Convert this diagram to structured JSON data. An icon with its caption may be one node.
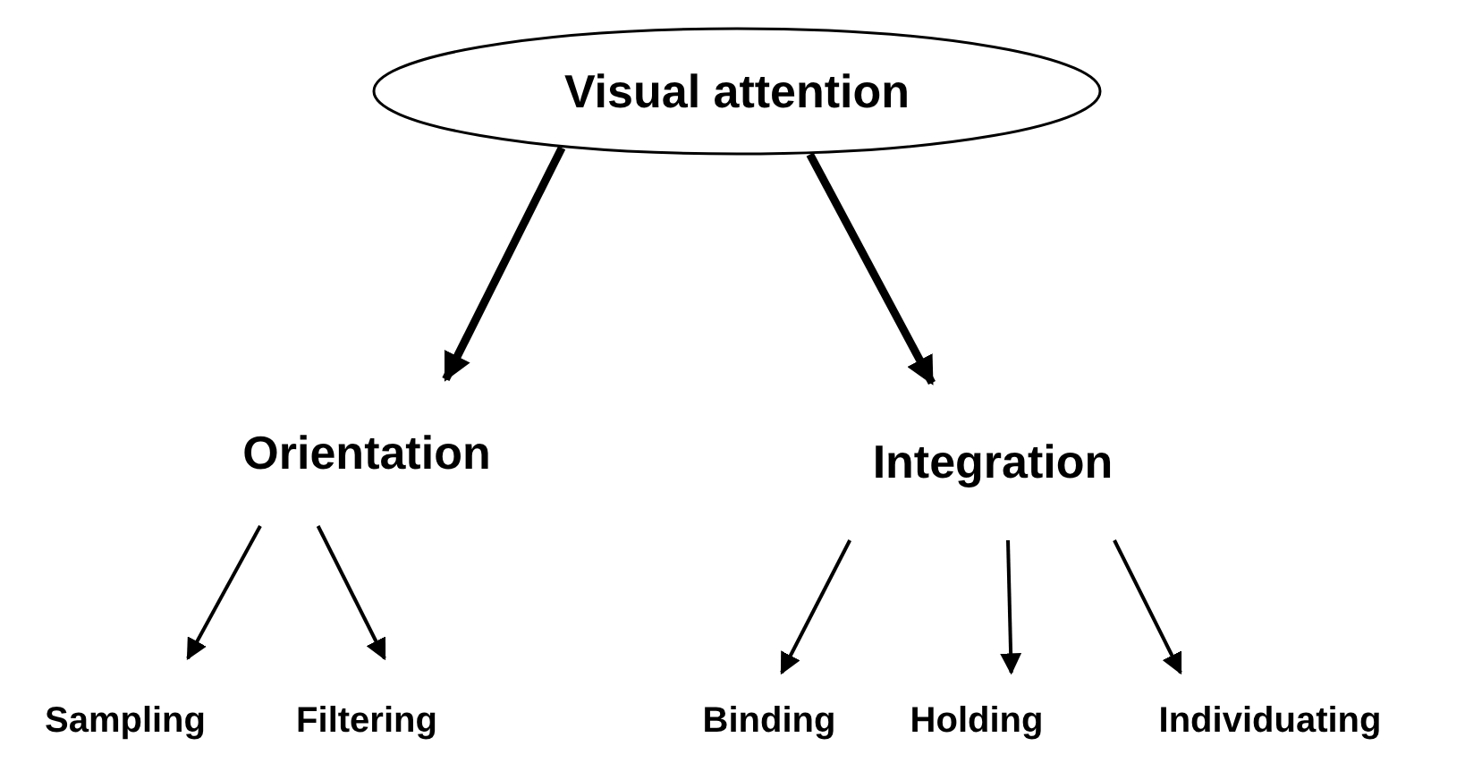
{
  "diagram": {
    "nodes": [
      {
        "text": [
          "Visual attention"
        ]
      },
      {
        "text": [
          "Orientation"
        ]
      },
      {
        "text": [
          "Integration"
        ]
      },
      {
        "text": [
          "Sampling"
        ]
      },
      {
        "text": [
          "Filtering"
        ]
      },
      {
        "text": [
          "Binding"
        ]
      },
      {
        "text": [
          "Holding"
        ]
      },
      {
        "text": [
          "Individuating"
        ]
      }
    ],
    "edges": [
      {
        "from": 0,
        "to": 1,
        "arrow": "to",
        "style": "thick"
      },
      {
        "from": 0,
        "to": 2,
        "arrow": "to",
        "style": "thick"
      },
      {
        "from": 1,
        "to": 3,
        "arrow": "to"
      },
      {
        "from": 1,
        "to": 4,
        "arrow": "to"
      },
      {
        "from": 2,
        "to": 5,
        "arrow": "to"
      },
      {
        "from": 2,
        "to": 6,
        "arrow": "to"
      },
      {
        "from": 2,
        "to": 7,
        "arrow": "to"
      }
    ]
  }
}
